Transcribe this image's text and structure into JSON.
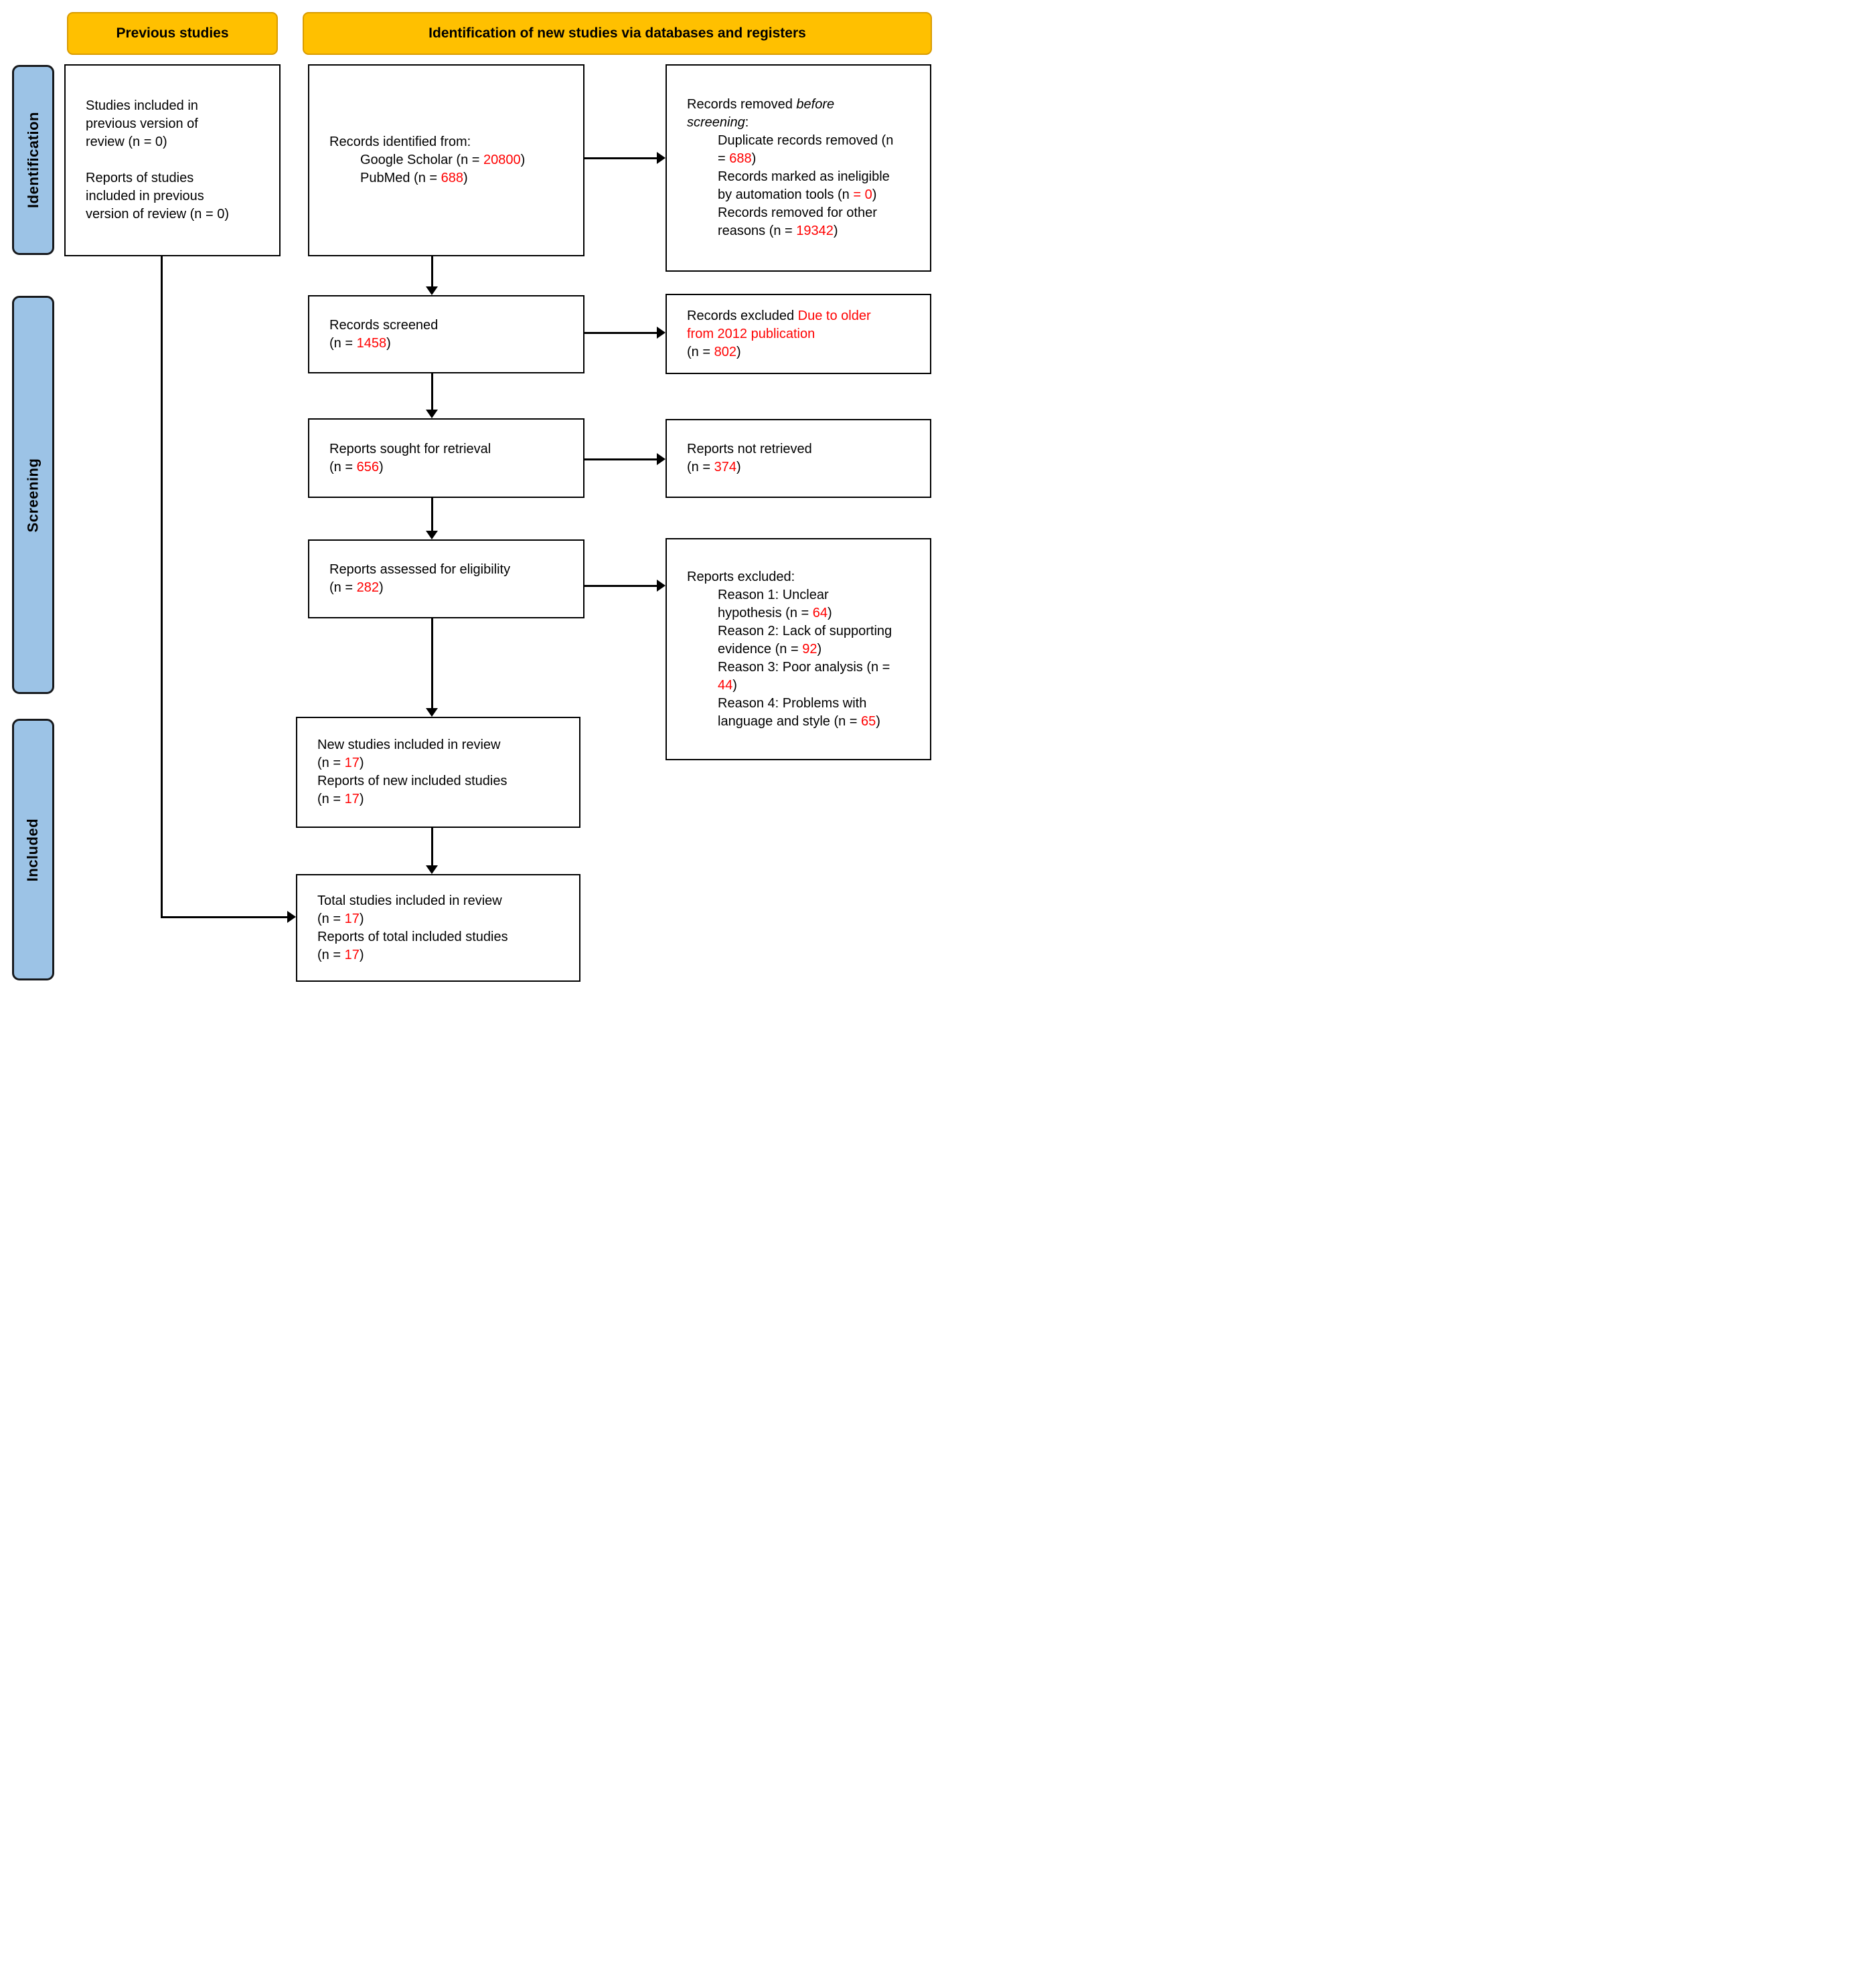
{
  "headers": {
    "previous_studies": "Previous studies",
    "new_studies": "Identification of new studies via databases and registers"
  },
  "side_labels": {
    "identification": "Identification",
    "screening": "Screening",
    "included": "Included"
  },
  "colors": {
    "header_bg": "#FFC000",
    "header_border": "#D99B00",
    "side_label_bg": "#9CC3E6",
    "box_border": "#000000",
    "highlight_red": "#FF0000"
  },
  "values": {
    "previous_review_studies": 0,
    "previous_review_reports": 0,
    "google_scholar": 20800,
    "pubmed": 688,
    "duplicates_removed": 688,
    "automation_ineligible": 0,
    "other_reasons_removed": 19342,
    "records_screened": 1458,
    "records_excluded": 802,
    "reports_sought": 656,
    "reports_not_retrieved": 374,
    "reports_assessed": 282,
    "reason1_unclear_hypothesis": 64,
    "reason2_lack_evidence": 92,
    "reason3_poor_analysis": 44,
    "reason4_language_style": 65,
    "new_studies_included": 17,
    "reports_new_included": 17,
    "total_studies_included": 17,
    "reports_total_included": 17
  },
  "boxes": {
    "previous_included": {
      "lines": [
        {
          "seg": [
            {
              "t": "Studies included in"
            }
          ]
        },
        {
          "seg": [
            {
              "t": "previous version of"
            }
          ]
        },
        {
          "seg": [
            {
              "t": "review (n = 0)"
            }
          ]
        },
        {
          "seg": []
        },
        {
          "seg": [
            {
              "t": "Reports of studies"
            }
          ]
        },
        {
          "seg": [
            {
              "t": "included in previous"
            }
          ]
        },
        {
          "seg": [
            {
              "t": "version of review (n = 0)"
            }
          ]
        }
      ]
    },
    "records_identified": {
      "lines": [
        {
          "seg": [
            {
              "t": "Records identified from:"
            }
          ]
        },
        {
          "ind": 1,
          "seg": [
            {
              "t": "Google Scholar (n = "
            },
            {
              "t": "20800",
              "c": 1
            },
            {
              "t": ")"
            }
          ]
        },
        {
          "ind": 1,
          "seg": [
            {
              "t": "PubMed (n = "
            },
            {
              "t": "688",
              "c": 1
            },
            {
              "t": ")"
            }
          ]
        }
      ]
    },
    "records_removed": {
      "lines": [
        {
          "seg": [
            {
              "t": "Records removed "
            },
            {
              "t": "before",
              "i": 1
            }
          ]
        },
        {
          "seg": [
            {
              "t": "screening",
              "i": 1
            },
            {
              "t": ":"
            }
          ]
        },
        {
          "ind": 1,
          "seg": [
            {
              "t": "Duplicate records removed (n"
            }
          ]
        },
        {
          "ind": 1,
          "seg": [
            {
              "t": "= "
            },
            {
              "t": "688",
              "c": 1
            },
            {
              "t": ")"
            }
          ]
        },
        {
          "ind": 1,
          "seg": [
            {
              "t": "Records marked as ineligible"
            }
          ]
        },
        {
          "ind": 1,
          "seg": [
            {
              "t": "by automation tools (n "
            },
            {
              "t": "= 0",
              "c": 1
            },
            {
              "t": ")"
            }
          ]
        },
        {
          "ind": 1,
          "seg": [
            {
              "t": "Records removed for other"
            }
          ]
        },
        {
          "ind": 1,
          "seg": [
            {
              "t": "reasons (n = "
            },
            {
              "t": "19342",
              "c": 1
            },
            {
              "t": ")"
            }
          ]
        }
      ]
    },
    "records_screened": {
      "lines": [
        {
          "seg": [
            {
              "t": "Records screened"
            }
          ]
        },
        {
          "seg": [
            {
              "t": "(n = "
            },
            {
              "t": "1458",
              "c": 1
            },
            {
              "t": ")"
            }
          ]
        }
      ]
    },
    "records_excluded": {
      "lines": [
        {
          "seg": [
            {
              "t": "Records excluded "
            },
            {
              "t": "Due to older",
              "c": 1
            }
          ]
        },
        {
          "seg": [
            {
              "t": "from 2012 publication",
              "c": 1
            }
          ]
        },
        {
          "seg": [
            {
              "t": "(n = "
            },
            {
              "t": "802",
              "c": 1
            },
            {
              "t": ")"
            }
          ]
        }
      ]
    },
    "reports_sought": {
      "lines": [
        {
          "seg": [
            {
              "t": "Reports sought for retrieval"
            }
          ]
        },
        {
          "seg": [
            {
              "t": "(n = "
            },
            {
              "t": "656",
              "c": 1
            },
            {
              "t": ")"
            }
          ]
        }
      ]
    },
    "reports_not_retrieved": {
      "lines": [
        {
          "seg": [
            {
              "t": "Reports not retrieved"
            }
          ]
        },
        {
          "seg": [
            {
              "t": "(n = "
            },
            {
              "t": "374",
              "c": 1
            },
            {
              "t": ")"
            }
          ]
        }
      ]
    },
    "reports_assessed": {
      "lines": [
        {
          "seg": [
            {
              "t": "Reports assessed for eligibility"
            }
          ]
        },
        {
          "seg": [
            {
              "t": "(n = "
            },
            {
              "t": "282",
              "c": 1
            },
            {
              "t": ")"
            }
          ]
        }
      ]
    },
    "reports_excluded": {
      "lines": [
        {
          "seg": [
            {
              "t": "Reports excluded:"
            }
          ]
        },
        {
          "ind": 1,
          "seg": [
            {
              "t": "Reason 1: Unclear"
            }
          ]
        },
        {
          "ind": 1,
          "seg": [
            {
              "t": "hypothesis (n = "
            },
            {
              "t": "64",
              "c": 1
            },
            {
              "t": ")"
            }
          ]
        },
        {
          "ind": 1,
          "seg": [
            {
              "t": "Reason 2: Lack of supporting"
            }
          ]
        },
        {
          "ind": 1,
          "seg": [
            {
              "t": "evidence (n = "
            },
            {
              "t": "92",
              "c": 1
            },
            {
              "t": ")"
            }
          ]
        },
        {
          "ind": 1,
          "seg": [
            {
              "t": "Reason 3: Poor analysis (n ="
            }
          ]
        },
        {
          "ind": 1,
          "seg": [
            {
              "t": "44",
              "c": 1
            },
            {
              "t": ")"
            }
          ]
        },
        {
          "ind": 1,
          "seg": [
            {
              "t": "Reason 4: Problems with"
            }
          ]
        },
        {
          "ind": 1,
          "seg": [
            {
              "t": "language and style (n = "
            },
            {
              "t": "65",
              "c": 1
            },
            {
              "t": ")"
            }
          ]
        }
      ]
    },
    "new_studies": {
      "lines": [
        {
          "seg": [
            {
              "t": "New studies included in review"
            }
          ]
        },
        {
          "seg": [
            {
              "t": "(n = "
            },
            {
              "t": "17",
              "c": 1
            },
            {
              "t": ")"
            }
          ]
        },
        {
          "seg": [
            {
              "t": "Reports of new included studies"
            }
          ]
        },
        {
          "seg": [
            {
              "t": "(n = "
            },
            {
              "t": "17",
              "c": 1
            },
            {
              "t": ")"
            }
          ]
        }
      ]
    },
    "total_studies": {
      "lines": [
        {
          "seg": [
            {
              "t": "Total studies included in review"
            }
          ]
        },
        {
          "seg": [
            {
              "t": "(n = "
            },
            {
              "t": "17",
              "c": 1
            },
            {
              "t": ")"
            }
          ]
        },
        {
          "seg": [
            {
              "t": "Reports of total included studies"
            }
          ]
        },
        {
          "seg": [
            {
              "t": "(n = "
            },
            {
              "t": "17",
              "c": 1
            },
            {
              "t": ")"
            }
          ]
        }
      ]
    }
  }
}
